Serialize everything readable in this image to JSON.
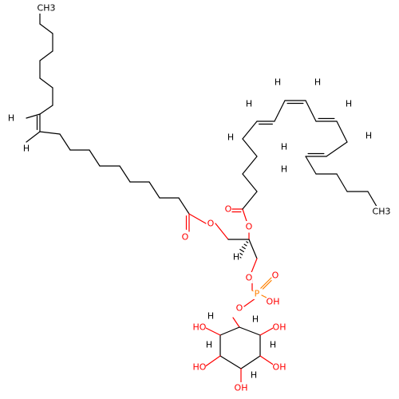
{
  "colors": {
    "bond": "#000000",
    "oxygen": "#ff0000",
    "phosphorus": "#ff8000",
    "carbon_hydrogen": "#000000",
    "background": "#ffffff"
  },
  "atoms": {
    "ch3": "CH3",
    "h": "H",
    "o": "O",
    "oh": "OH",
    "ho": "HO",
    "p": "P"
  }
}
